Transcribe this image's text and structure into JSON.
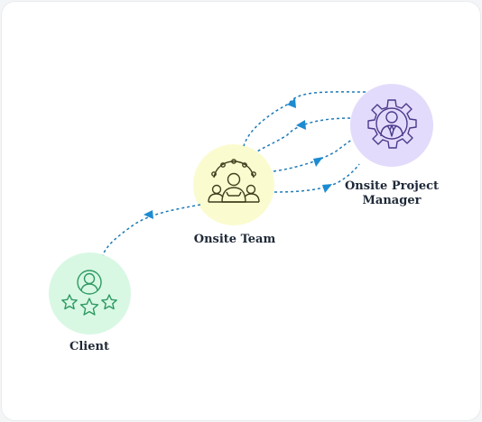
{
  "nodes": {
    "manager": {
      "label_line1": "Onsite Project",
      "label_line2": "Manager",
      "color": "#e3dbfb",
      "icon": "manager-gear-icon",
      "icon_color": "#4b3a8c"
    },
    "team": {
      "label": "Onsite Team",
      "color": "#fbfbd0",
      "icon": "team-gear-icon",
      "icon_color": "#3f3f1e"
    },
    "client": {
      "label": "Client",
      "color": "#d8f8e4",
      "icon": "client-rating-icon",
      "icon_color": "#2e9a62"
    }
  },
  "connector_color": "#1d7ab8",
  "arrow_color": "#1d8bd1"
}
